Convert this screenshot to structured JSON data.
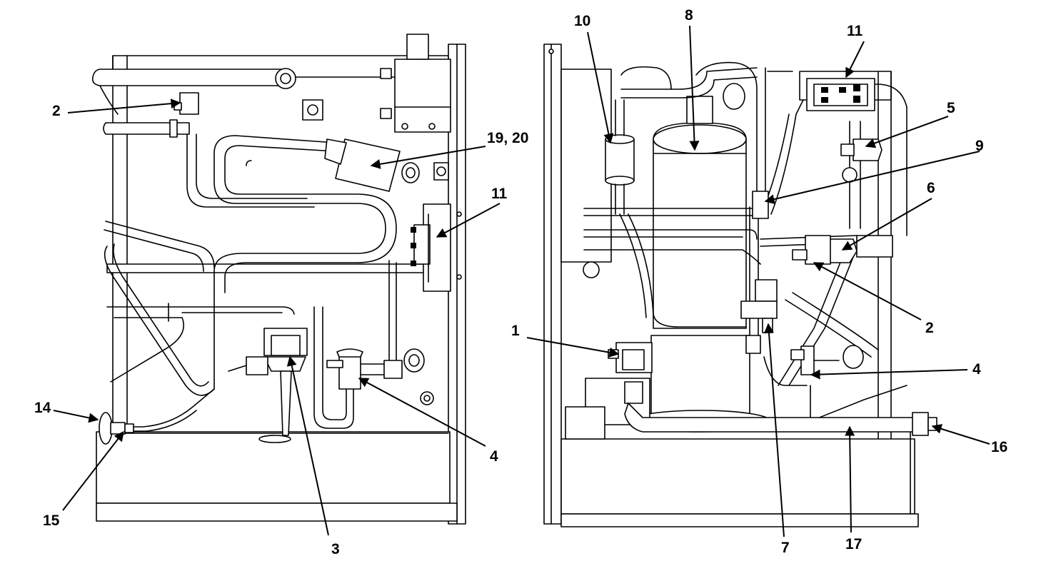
{
  "diagram": {
    "left_view": {
      "callouts": [
        {
          "id": "c-l-2",
          "label": "2"
        },
        {
          "id": "c-l-1920",
          "label": "19, 20"
        },
        {
          "id": "c-l-11",
          "label": "11"
        },
        {
          "id": "c-l-14",
          "label": "14"
        },
        {
          "id": "c-l-15",
          "label": "15"
        },
        {
          "id": "c-l-3",
          "label": "3"
        },
        {
          "id": "c-l-4",
          "label": "4"
        }
      ]
    },
    "right_view": {
      "callouts": [
        {
          "id": "c-r-10",
          "label": "10"
        },
        {
          "id": "c-r-8",
          "label": "8"
        },
        {
          "id": "c-r-11",
          "label": "11"
        },
        {
          "id": "c-r-5",
          "label": "5"
        },
        {
          "id": "c-r-9",
          "label": "9"
        },
        {
          "id": "c-r-6",
          "label": "6"
        },
        {
          "id": "c-r-2",
          "label": "2"
        },
        {
          "id": "c-r-1",
          "label": "1"
        },
        {
          "id": "c-r-4",
          "label": "4"
        },
        {
          "id": "c-r-16",
          "label": "16"
        },
        {
          "id": "c-r-7",
          "label": "7"
        },
        {
          "id": "c-r-17",
          "label": "17"
        }
      ]
    },
    "line_color": "#000000",
    "background": "#ffffff"
  }
}
